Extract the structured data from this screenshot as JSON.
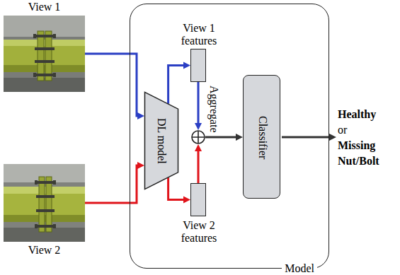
{
  "diagram": {
    "nodes": [
      {
        "text": [
          "Model"
        ]
      },
      {
        "text": [
          "View 1"
        ]
      },
      {
        "text": [
          "View 2"
        ]
      },
      {
        "text": [
          "DL model"
        ],
        "in": 0
      },
      {
        "text": [
          "View 1 features"
        ],
        "in": 0
      },
      {
        "text": [
          "View 2 features"
        ],
        "in": 0
      },
      {
        "text": [
          "Aggregate"
        ],
        "in": 0
      },
      {
        "text": [
          "Classifier"
        ],
        "in": 0
      }
    ],
    "edges": [
      {
        "from": 1,
        "to": 3,
        "arrow": "to"
      },
      {
        "from": 2,
        "to": 3,
        "arrow": "to"
      },
      {
        "from": 3,
        "to": 4,
        "arrow": "to"
      },
      {
        "from": 3,
        "to": 5,
        "arrow": "to"
      },
      {
        "from": 4,
        "to": 6,
        "arrow": "to"
      },
      {
        "from": 5,
        "to": 6,
        "arrow": "to"
      },
      {
        "from": 6,
        "to": 7,
        "arrow": "to"
      }
    ],
    "labels": [
      "Healthy",
      "or",
      "Missing Nut/Bolt"
    ]
  }
}
